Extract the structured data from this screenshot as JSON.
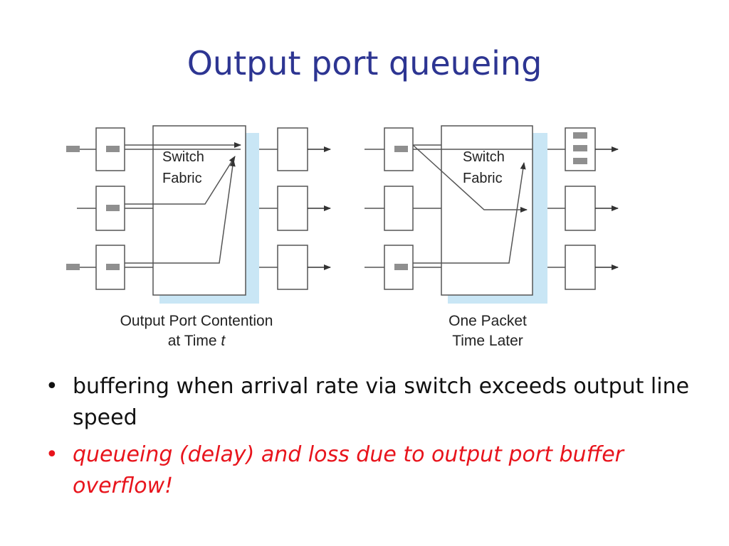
{
  "slide": {
    "title": "Output port queueing"
  },
  "diagram": {
    "left_panel": {
      "fabric_label_line1": "Switch",
      "fabric_label_line2": "Fabric",
      "caption_line1": "Output Port Contention",
      "caption_line2_prefix": "at Time ",
      "caption_line2_var": "t"
    },
    "right_panel": {
      "fabric_label_line1": "Switch",
      "fabric_label_line2": "Fabric",
      "caption_line1": "One Packet",
      "caption_line2": "Time Later"
    },
    "colors": {
      "fabric_shadow": "#c9e6f5",
      "packet": "#8f8f8f",
      "line": "#555555"
    }
  },
  "bullets": [
    {
      "bullet": "•",
      "text": "buffering when arrival rate via switch exceeds output line speed"
    },
    {
      "bullet": "•",
      "text": "queueing (delay) and loss due to output port buffer overflow!"
    }
  ]
}
